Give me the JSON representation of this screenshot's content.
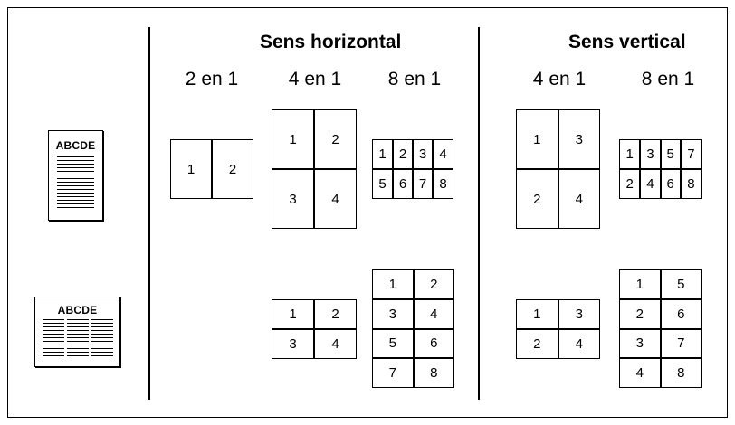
{
  "headers": {
    "horizontal": "Sens horizontal",
    "vertical": "Sens vertical"
  },
  "labels": {
    "h_2in1": "2 en 1",
    "h_4in1": "4 en 1",
    "h_8in1": "8 en 1",
    "v_4in1": "4 en 1",
    "v_8in1": "8 en 1"
  },
  "docs": {
    "portrait_text": "ABCDE",
    "landscape_text": "ABCDE"
  },
  "layouts": {
    "portrait": {
      "h_2in1": [
        "1",
        "2"
      ],
      "h_4in1": [
        "1",
        "2",
        "3",
        "4"
      ],
      "h_8in1": [
        "1",
        "2",
        "3",
        "4",
        "5",
        "6",
        "7",
        "8"
      ],
      "v_4in1": [
        "1",
        "3",
        "2",
        "4"
      ],
      "v_8in1": [
        "1",
        "3",
        "5",
        "7",
        "2",
        "4",
        "6",
        "8"
      ]
    },
    "landscape": {
      "h_4in1": [
        "1",
        "2",
        "3",
        "4"
      ],
      "h_8in1": [
        "1",
        "2",
        "3",
        "4",
        "5",
        "6",
        "7",
        "8"
      ],
      "v_4in1": [
        "1",
        "3",
        "2",
        "4"
      ],
      "v_8in1": [
        "1",
        "5",
        "2",
        "6",
        "3",
        "7",
        "4",
        "8"
      ]
    }
  }
}
